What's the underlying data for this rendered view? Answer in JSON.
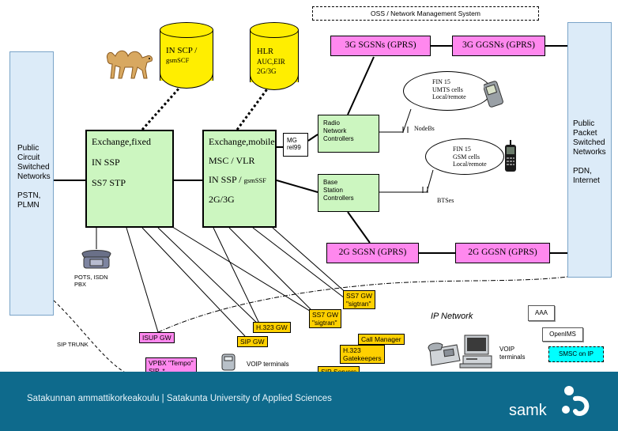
{
  "oss_label": "OSS / Network Management System",
  "pcsn": {
    "lines": [
      "Public",
      "Circuit",
      "Switched",
      "Networks",
      "",
      "PSTN,",
      "PLMN"
    ]
  },
  "ppsn": {
    "lines": [
      "Public",
      "Packet",
      "Switched",
      "Networks",
      "",
      "PDN,",
      "Internet"
    ]
  },
  "in_scp": {
    "line1": "IN SCP /",
    "line2": "gsmSCF"
  },
  "hlr": {
    "line1": "HLR",
    "line2": "AUC,EIR",
    "line3": "2G/3G"
  },
  "exchange_fixed": {
    "title": "Exchange,fixed",
    "line1": "IN  SSP",
    "line2": "SS7 STP"
  },
  "exchange_mobile": {
    "title": "Exchange,mobile",
    "line1": "MSC / VLR",
    "line2a": "IN SSP / ",
    "line2b": "gsmSSF",
    "line3": "2G/3G"
  },
  "mg_box": {
    "line1": "MG",
    "line2": "rel99"
  },
  "rnc": {
    "line1": "Radio",
    "line2": "Network",
    "line3": "Controllers"
  },
  "bsc": {
    "line1": "Base",
    "line2": "Station",
    "line3": "Controllers"
  },
  "sgsn3g": "3G SGSNs (GPRS)",
  "ggsn3g": "3G GGSNs (GPRS)",
  "sgsn2g": "2G SGSN (GPRS)",
  "ggsn2g": "2G GGSN (GPRS)",
  "umts_cloud": {
    "line1": "FIN 15",
    "line2": "UMTS cells",
    "line3": "Local/remote"
  },
  "gsm_cloud": {
    "line1": "FIN 15",
    "line2": "GSM cells",
    "line3": "Local/remote"
  },
  "nodebs": "NodeBs",
  "btses": "BTSes",
  "pots": {
    "line1": "POTS, ISDN",
    "line2": "PBX"
  },
  "ip_network": "IP Network",
  "gateways": {
    "ss7_gw_1": {
      "line1": "SS7 GW",
      "line2": "\"sigtran\""
    },
    "ss7_gw_2": {
      "line1": "SS7 GW",
      "line2": "\"sigtran\""
    },
    "h323_gw": "H.323 GW",
    "sip_gw": "SIP GW",
    "isup_gw": "ISUP GW",
    "call_manager": "Call Manager",
    "h323_gk": {
      "line1": "H.323",
      "line2": "Gatekeepers"
    },
    "sip_servers": "SIP Servers",
    "vpbx": {
      "line1": "VPBX \"Tempo\"",
      "line2": "SIP, *"
    }
  },
  "sip_trunk": "SIP TRUNK",
  "voip_terminals_left": "VOIP terminals",
  "voip_terminals_right": {
    "line1": "VOIP",
    "line2": "terminals"
  },
  "aaa": "AAA",
  "openims": "OpenIMS",
  "smsc": "SMSC on IP",
  "footer": {
    "text": "Satakunnan ammattikorkeakoulu  |  Satakunta University of Applied Sciences",
    "logo": "samk"
  },
  "colors": {
    "footer_bg": "#0e6a8c",
    "green": "#ccf6c0",
    "pink": "#ff88ee",
    "yellow": "#ffd000",
    "cylinder": "#ffee00",
    "cyan": "#00ffff",
    "light_blue": "#dcebf8"
  }
}
